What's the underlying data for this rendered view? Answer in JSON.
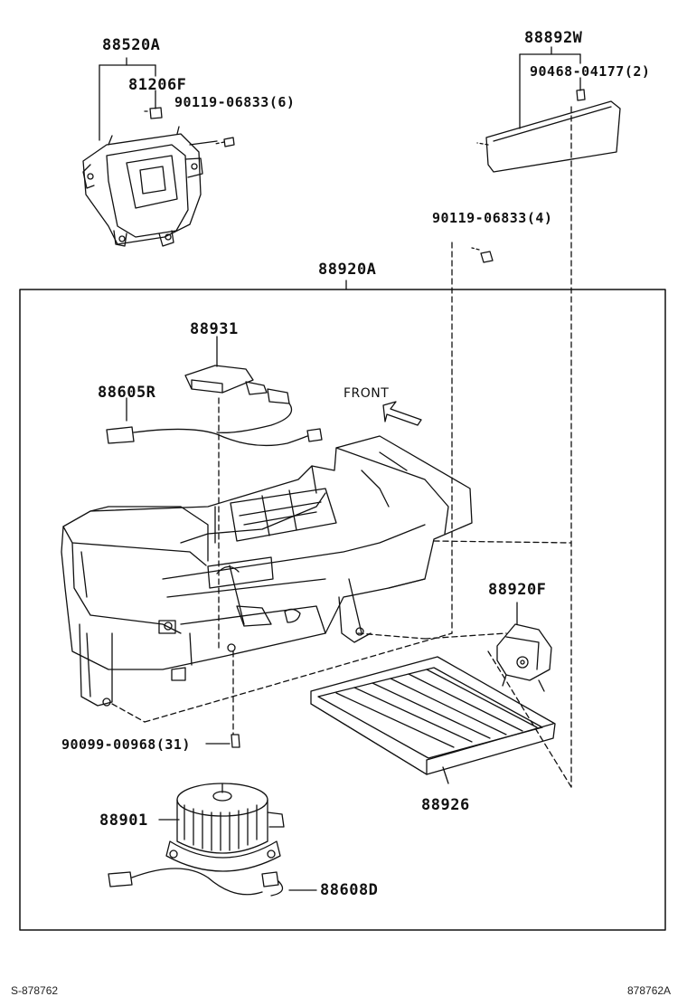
{
  "diagram": {
    "parts": {
      "p88520A": "88520A",
      "p81206F": "81206F",
      "p90119_6": "90119-06833(6)",
      "p88892W": "88892W",
      "p90468": "90468-04177(2)",
      "p90119_4": "90119-06833(4)",
      "p88920A": "88920A",
      "p88931": "88931",
      "p88605R": "88605R",
      "front": "FRONT",
      "p88920F": "88920F",
      "p90099": "90099-00968(31)",
      "p88926": "88926",
      "p88901": "88901",
      "p88608D": "88608D"
    },
    "footer_left": "S-878762",
    "footer_right": "878762A"
  }
}
